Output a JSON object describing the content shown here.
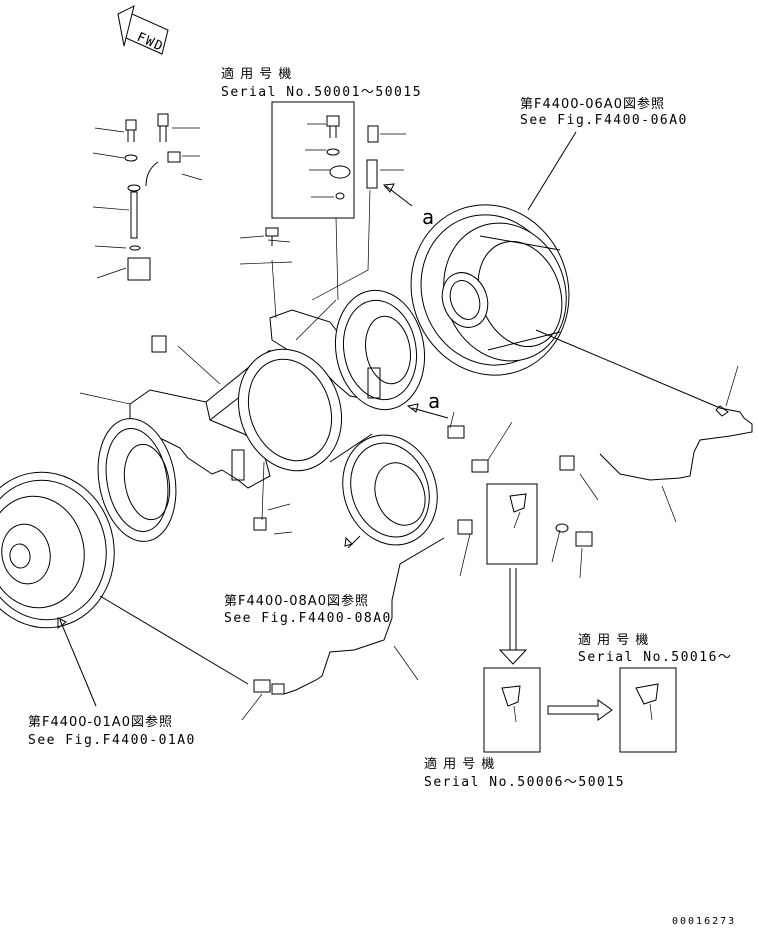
{
  "direction_indicator": {
    "label": "FWD"
  },
  "notes": {
    "top_serial": {
      "jp": "適 用 号 機",
      "en": "Serial No.50001～50015"
    },
    "ref_06A0": {
      "jp": "第F4400-06A0図参照",
      "en": "See Fig.F4400-06A0"
    },
    "ref_08A0": {
      "jp": "第F4400-08A0図参照",
      "en": "See Fig.F4400-08A0"
    },
    "ref_01A0": {
      "jp": "第F4400-01A0図参照",
      "en": "See Fig.F4400-01A0"
    },
    "serial_50016": {
      "jp": "適 用 号 機",
      "en": "Serial No.50016～"
    },
    "serial_50006": {
      "jp": "適 用 号 機",
      "en": "Serial No.50006～50015"
    }
  },
  "view_markers": {
    "marker_1": "a",
    "marker_2": "a"
  },
  "drawing_number": "00016273"
}
